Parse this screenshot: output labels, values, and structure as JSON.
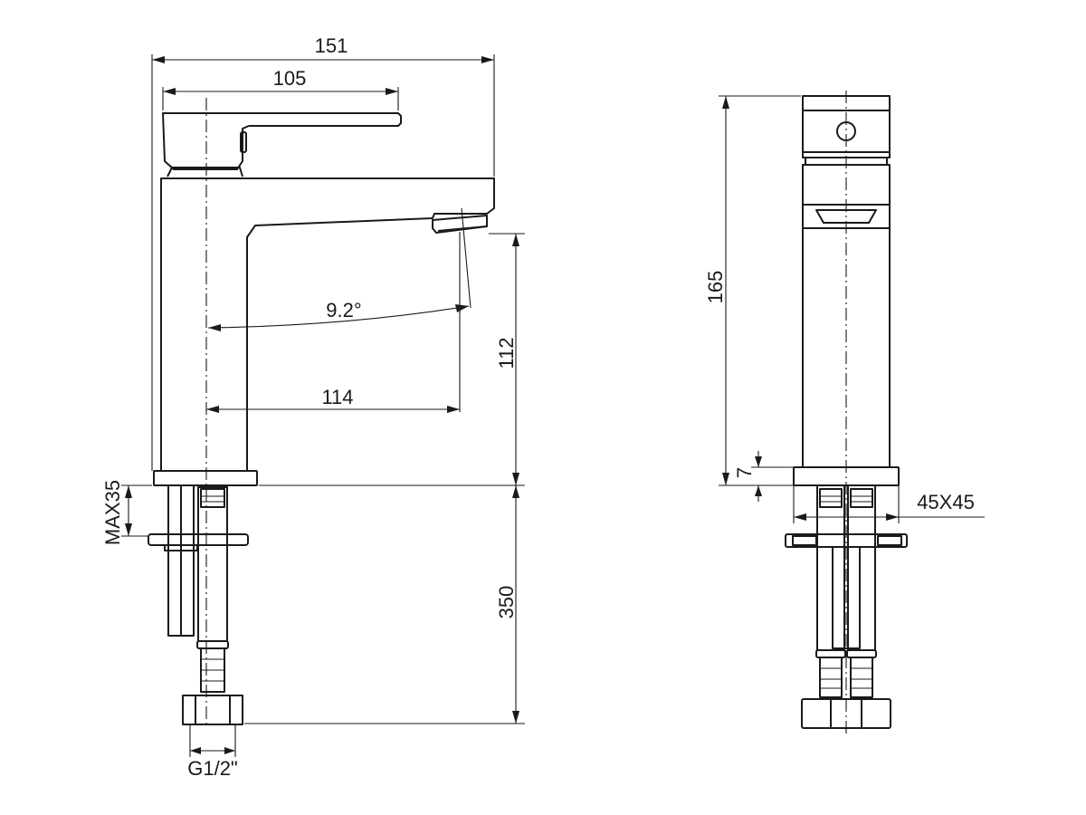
{
  "dimensions": {
    "overall_length": "151",
    "handle_length": "105",
    "spout_angle": "9.2°",
    "spout_reach": "114",
    "spout_height": "112",
    "deck_thickness_max": "MAX35",
    "hose_length": "350",
    "connection_thread": "G1/2\"",
    "total_height": "165",
    "base_height": "7",
    "base_size": "45X45"
  },
  "colors": {
    "line": "#1a1a1a",
    "background": "#ffffff"
  }
}
